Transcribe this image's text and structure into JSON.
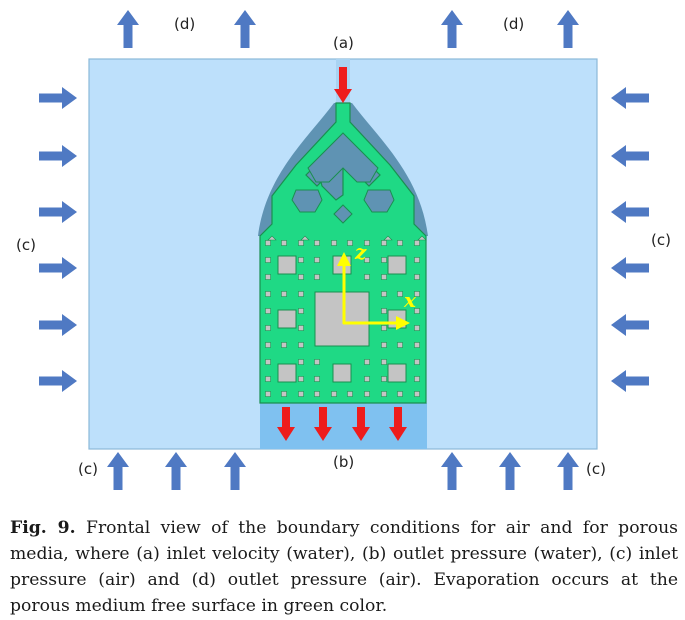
{
  "figure": {
    "labels": {
      "a": "(a)",
      "b": "(b)",
      "c": "(c)",
      "d": "(d)",
      "axis_z": "z",
      "axis_x": "x"
    },
    "colors": {
      "air_domain": "#bde0fb",
      "air_border": "#8bb9d9",
      "inlet_channel": "#a9d3f2",
      "outlet_channel": "#7fc1f0",
      "bulb_region": "#5f93b3",
      "porous_media": "#1fd985",
      "porous_outline": "#1a8f4f",
      "pore": "#c4c4c4",
      "air_arrow": "#4f79c3",
      "water_arrow": "#ee1c1c",
      "axis": "#ffff00"
    },
    "icons": {
      "air_arrow": "blue-block-arrow-icon",
      "water_arrow": "red-block-arrow-icon"
    }
  },
  "caption": {
    "label": "Fig. 9.",
    "text": "Frontal view of the boundary conditions for air and for porous media, where (a) inlet velocity (water), (b) outlet pressure (water), (c) inlet pressure (air) and (d) outlet pressure (air). Evaporation occurs at the porous medium free surface in green color."
  }
}
